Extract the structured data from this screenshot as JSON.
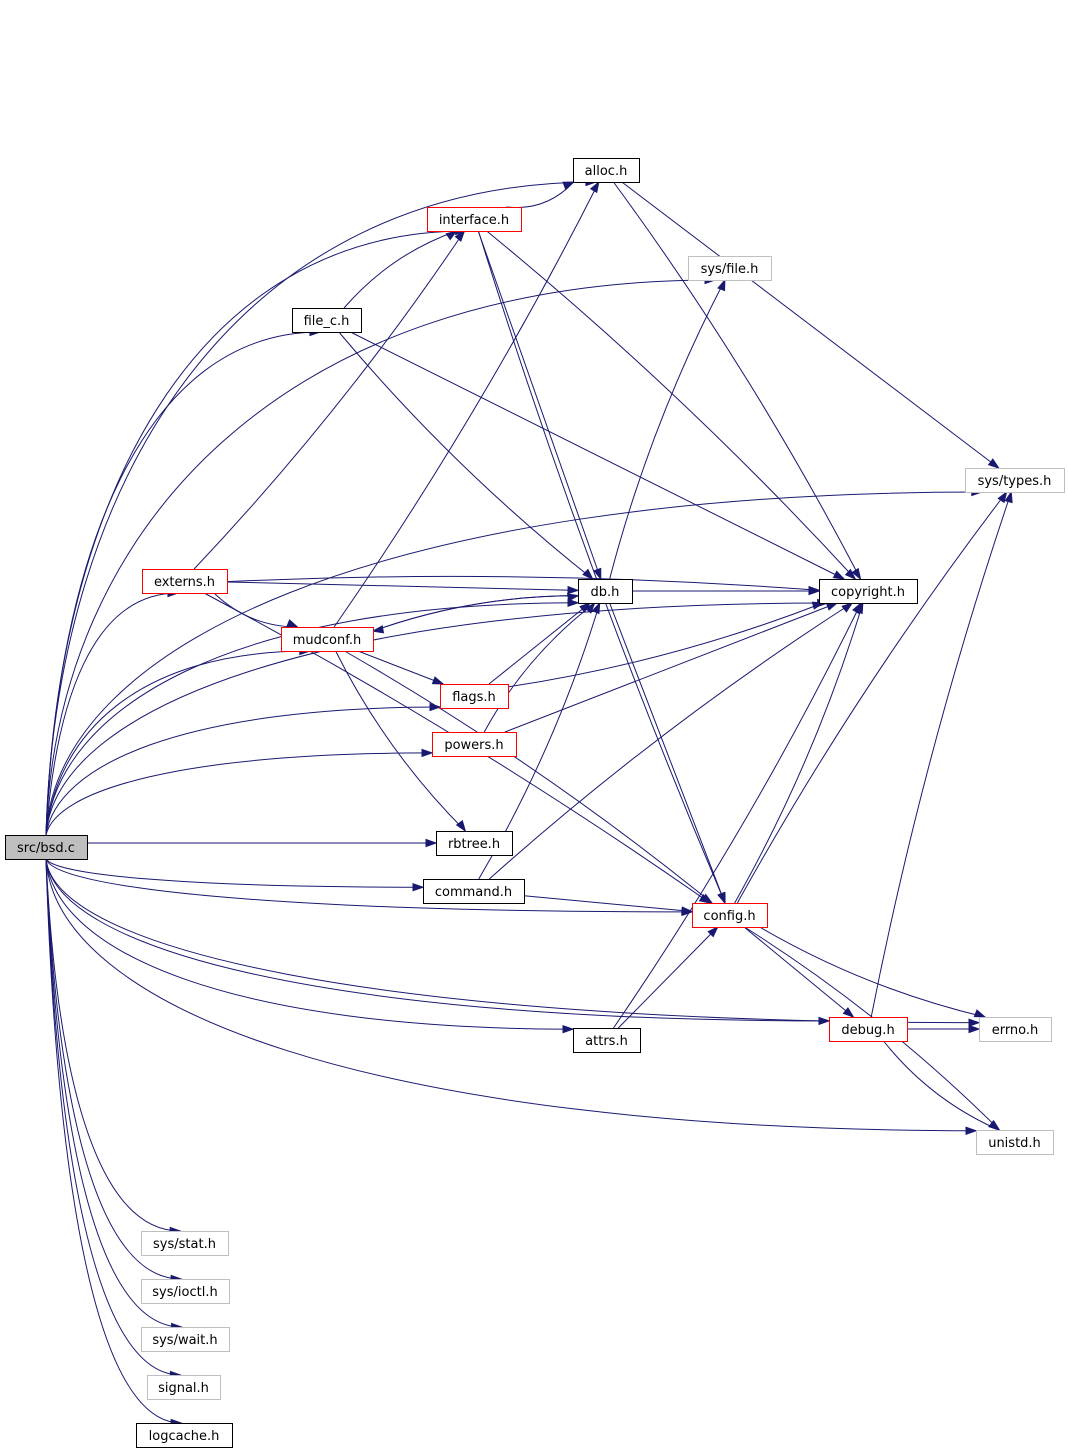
{
  "colors": {
    "edge": "#191970",
    "border_normal": "#000000",
    "border_red": "#ff0000",
    "border_gray": "#bfbfbf",
    "root_fill": "#bfbfbf",
    "fill": "#ffffff"
  },
  "graph": {
    "nodes": [
      {
        "id": "bsd",
        "label": "src/bsd.c",
        "style": "root"
      },
      {
        "id": "alloc",
        "label": "alloc.h",
        "style": "normal"
      },
      {
        "id": "interface",
        "label": "interface.h",
        "style": "red"
      },
      {
        "id": "sysfile",
        "label": "sys/file.h",
        "style": "gray"
      },
      {
        "id": "filec",
        "label": "file_c.h",
        "style": "normal"
      },
      {
        "id": "systypes",
        "label": "sys/types.h",
        "style": "gray"
      },
      {
        "id": "externs",
        "label": "externs.h",
        "style": "red"
      },
      {
        "id": "db",
        "label": "db.h",
        "style": "normal"
      },
      {
        "id": "copyright",
        "label": "copyright.h",
        "style": "normal"
      },
      {
        "id": "mudconf",
        "label": "mudconf.h",
        "style": "red"
      },
      {
        "id": "flags",
        "label": "flags.h",
        "style": "red"
      },
      {
        "id": "powers",
        "label": "powers.h",
        "style": "red"
      },
      {
        "id": "rbtree",
        "label": "rbtree.h",
        "style": "normal"
      },
      {
        "id": "command",
        "label": "command.h",
        "style": "normal"
      },
      {
        "id": "config",
        "label": "config.h",
        "style": "red"
      },
      {
        "id": "debug",
        "label": "debug.h",
        "style": "red"
      },
      {
        "id": "errno",
        "label": "errno.h",
        "style": "gray"
      },
      {
        "id": "attrs",
        "label": "attrs.h",
        "style": "normal"
      },
      {
        "id": "unistd",
        "label": "unistd.h",
        "style": "gray"
      },
      {
        "id": "sysstat",
        "label": "sys/stat.h",
        "style": "gray"
      },
      {
        "id": "sysioctl",
        "label": "sys/ioctl.h",
        "style": "gray"
      },
      {
        "id": "syswait",
        "label": "sys/wait.h",
        "style": "gray"
      },
      {
        "id": "signal",
        "label": "signal.h",
        "style": "gray"
      },
      {
        "id": "logcache",
        "label": "logcache.h",
        "style": "normal"
      }
    ],
    "edges": [
      [
        "bsd",
        "alloc"
      ],
      [
        "bsd",
        "interface"
      ],
      [
        "bsd",
        "sysfile"
      ],
      [
        "bsd",
        "filec"
      ],
      [
        "bsd",
        "systypes"
      ],
      [
        "bsd",
        "externs"
      ],
      [
        "bsd",
        "db"
      ],
      [
        "bsd",
        "copyright"
      ],
      [
        "bsd",
        "mudconf"
      ],
      [
        "bsd",
        "flags"
      ],
      [
        "bsd",
        "powers"
      ],
      [
        "bsd",
        "rbtree"
      ],
      [
        "bsd",
        "command"
      ],
      [
        "bsd",
        "config"
      ],
      [
        "bsd",
        "attrs"
      ],
      [
        "bsd",
        "debug"
      ],
      [
        "bsd",
        "errno"
      ],
      [
        "bsd",
        "unistd"
      ],
      [
        "bsd",
        "sysstat"
      ],
      [
        "bsd",
        "sysioctl"
      ],
      [
        "bsd",
        "syswait"
      ],
      [
        "bsd",
        "signal"
      ],
      [
        "bsd",
        "logcache"
      ],
      [
        "interface",
        "alloc"
      ],
      [
        "interface",
        "copyright"
      ],
      [
        "interface",
        "db"
      ],
      [
        "interface",
        "config"
      ],
      [
        "filec",
        "interface"
      ],
      [
        "filec",
        "copyright"
      ],
      [
        "filec",
        "db"
      ],
      [
        "alloc",
        "copyright"
      ],
      [
        "alloc",
        "systypes"
      ],
      [
        "externs",
        "interface"
      ],
      [
        "externs",
        "copyright"
      ],
      [
        "externs",
        "db"
      ],
      [
        "externs",
        "mudconf"
      ],
      [
        "externs",
        "config"
      ],
      [
        "db",
        "copyright"
      ],
      [
        "db",
        "mudconf"
      ],
      [
        "db",
        "sysfile"
      ],
      [
        "db",
        "config"
      ],
      [
        "mudconf",
        "alloc"
      ],
      [
        "mudconf",
        "db"
      ],
      [
        "mudconf",
        "flags"
      ],
      [
        "mudconf",
        "rbtree"
      ],
      [
        "mudconf",
        "config"
      ],
      [
        "flags",
        "db"
      ],
      [
        "flags",
        "copyright"
      ],
      [
        "powers",
        "db"
      ],
      [
        "powers",
        "copyright"
      ],
      [
        "command",
        "db"
      ],
      [
        "command",
        "copyright"
      ],
      [
        "command",
        "config"
      ],
      [
        "config",
        "copyright"
      ],
      [
        "config",
        "systypes"
      ],
      [
        "config",
        "debug"
      ],
      [
        "config",
        "errno"
      ],
      [
        "config",
        "unistd"
      ],
      [
        "debug",
        "errno"
      ],
      [
        "debug",
        "unistd"
      ],
      [
        "debug",
        "systypes"
      ],
      [
        "attrs",
        "config"
      ],
      [
        "attrs",
        "copyright"
      ]
    ]
  }
}
